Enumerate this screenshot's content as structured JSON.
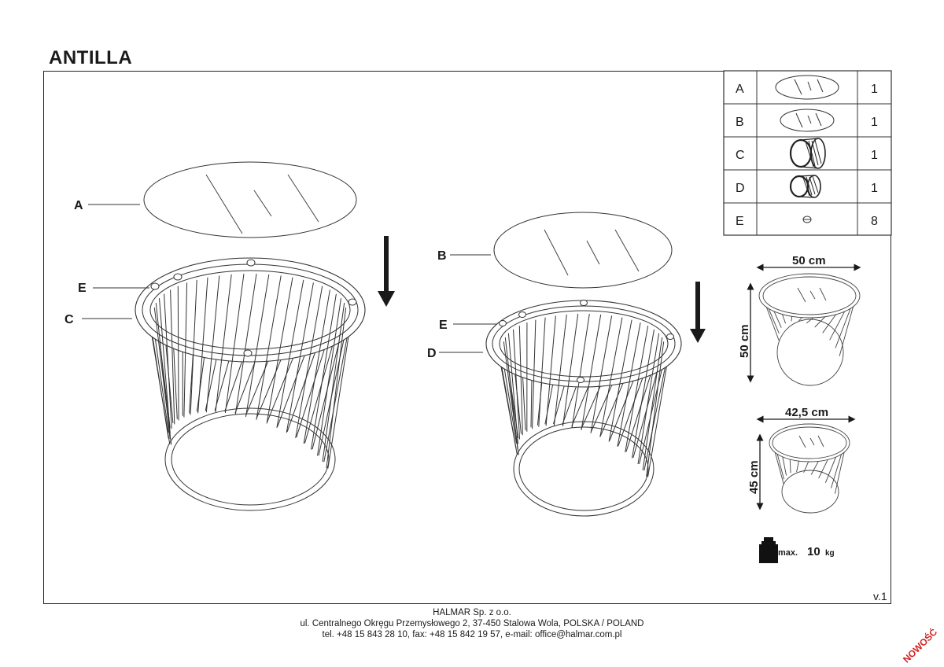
{
  "title": "ANTILLA",
  "version": "v.1",
  "footer": {
    "company": "HALMAR Sp. z o.o.",
    "address": "ul. Centralnego Okręgu Przemysłowego 2, 37-450 Stalowa Wola, POLSKA / POLAND",
    "contact": "tel. +48 15 843 28 10, fax: +48 15 842 19 57, e-mail: office@halmar.com.pl"
  },
  "stamp": "NOWOŚĆ",
  "callouts": {
    "left_glass": "A",
    "left_pin": "E",
    "left_frame": "C",
    "right_glass": "B",
    "right_pin": "E",
    "right_frame": "D"
  },
  "parts": [
    {
      "letter": "A",
      "qty": "1",
      "icon": "glass-top-large-icon"
    },
    {
      "letter": "B",
      "qty": "1",
      "icon": "glass-top-small-icon"
    },
    {
      "letter": "C",
      "qty": "1",
      "icon": "table-frame-large-icon"
    },
    {
      "letter": "D",
      "qty": "1",
      "icon": "table-frame-small-icon"
    },
    {
      "letter": "E",
      "qty": "8",
      "icon": "rubber-pad-icon"
    }
  ],
  "dimensions": {
    "large_width": "50 cm",
    "large_height": "50 cm",
    "small_width": "42,5 cm",
    "small_height": "45 cm"
  },
  "load": {
    "prefix": "max.",
    "value": "10",
    "unit": "kg"
  }
}
